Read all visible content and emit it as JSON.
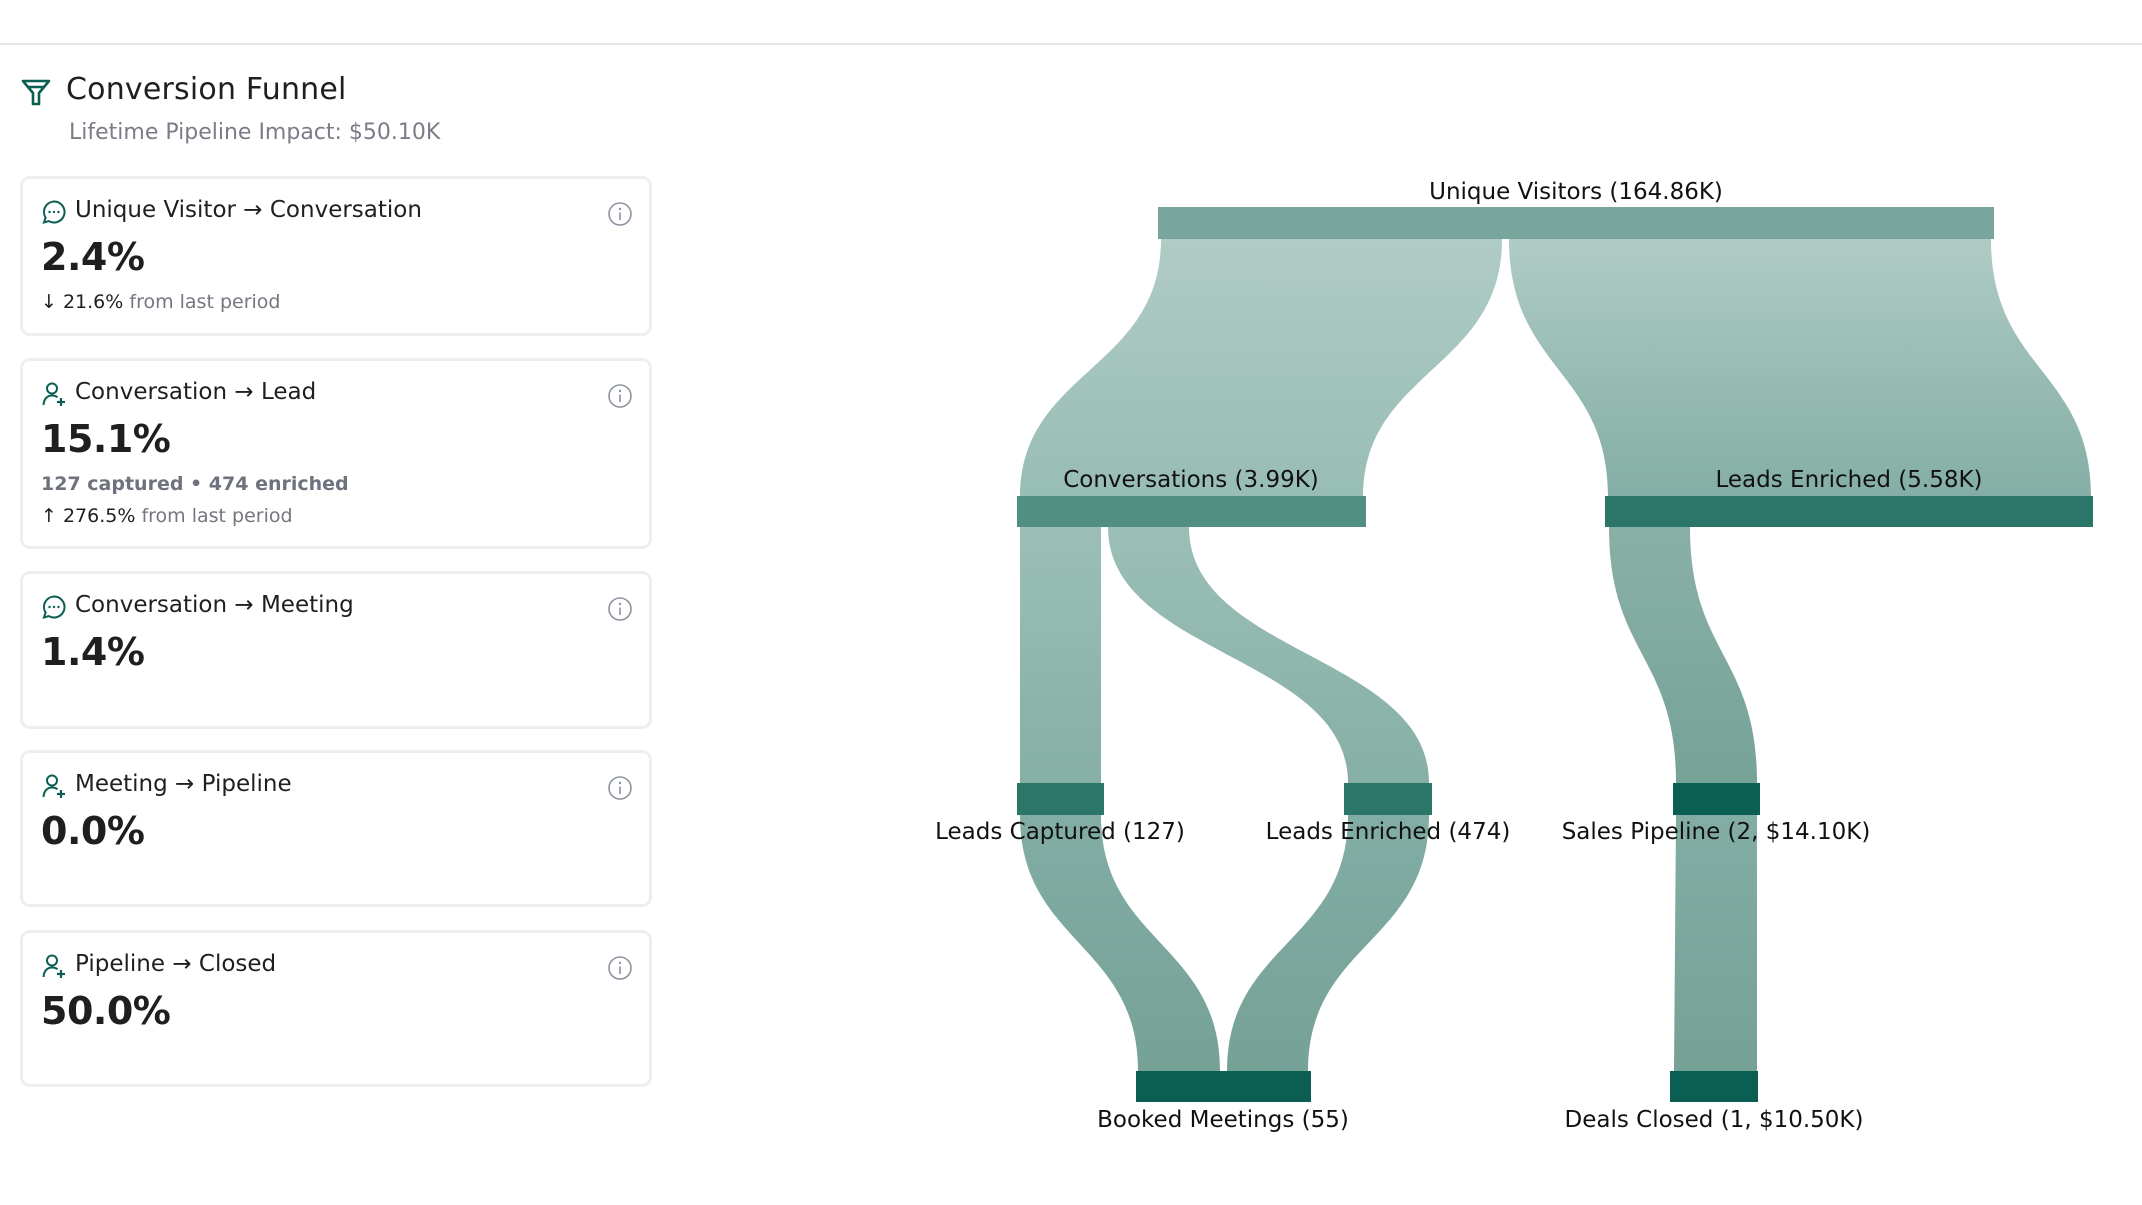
{
  "header": {
    "title": "Conversion Funnel",
    "subtitle": "Lifetime Pipeline Impact: $50.10K",
    "icon": "funnel-icon"
  },
  "cards": [
    {
      "icon": "chat-bubble-icon",
      "title": "Unique Visitor → Conversation",
      "value": "2.4%",
      "change_arrow": "↓",
      "change_value": "21.6%",
      "change_suffix": "from last period"
    },
    {
      "icon": "user-plus-icon",
      "title": "Conversation → Lead",
      "value": "15.1%",
      "detail": "127 captured • 474 enriched",
      "change_arrow": "↑",
      "change_value": "276.5%",
      "change_suffix": "from last period"
    },
    {
      "icon": "chat-bubble-icon",
      "title": "Conversation → Meeting",
      "value": "1.4%"
    },
    {
      "icon": "user-plus-icon",
      "title": "Meeting → Pipeline",
      "value": "0.0%"
    },
    {
      "icon": "user-plus-icon",
      "title": "Pipeline → Closed",
      "value": "50.0%"
    }
  ],
  "colors": {
    "accent": "#0b5e52",
    "node_level1": "#78a59c",
    "node_level2a": "#518f82",
    "node_level2b": "#2c7569",
    "node_level3": "#2c7569",
    "node_level3_dark": "#0a5e52",
    "node_level4": "#0a5e52",
    "link_light": "#afcbc5",
    "link_dark": "#78a298"
  },
  "chart_data": {
    "type": "sankey",
    "title": "Conversion Funnel",
    "nodes": [
      {
        "id": "unique_visitors",
        "label": "Unique Visitors (164.86K)",
        "value": 164860
      },
      {
        "id": "conversations",
        "label": "Conversations (3.99K)",
        "value": 3990
      },
      {
        "id": "leads_enriched_top",
        "label": "Leads Enriched (5.58K)",
        "value": 5580
      },
      {
        "id": "leads_captured",
        "label": "Leads Captured (127)",
        "value": 127
      },
      {
        "id": "leads_enriched",
        "label": "Leads Enriched (474)",
        "value": 474
      },
      {
        "id": "sales_pipeline",
        "label": "Sales Pipeline (2, $14.10K)",
        "value": 2,
        "amount": "$14.10K"
      },
      {
        "id": "booked_meetings",
        "label": "Booked Meetings (55)",
        "value": 55
      },
      {
        "id": "deals_closed",
        "label": "Deals Closed (1, $10.50K)",
        "value": 1,
        "amount": "$10.50K"
      }
    ],
    "links": [
      {
        "source": "unique_visitors",
        "target": "conversations",
        "value": 3990
      },
      {
        "source": "unique_visitors",
        "target": "leads_enriched_top",
        "value": 5580
      },
      {
        "source": "conversations",
        "target": "leads_captured",
        "value": 127
      },
      {
        "source": "conversations",
        "target": "leads_enriched",
        "value": 474
      },
      {
        "source": "leads_enriched_top",
        "target": "sales_pipeline",
        "value": 2
      },
      {
        "source": "leads_captured",
        "target": "booked_meetings",
        "value": 127
      },
      {
        "source": "leads_enriched",
        "target": "booked_meetings",
        "value": 474
      },
      {
        "source": "sales_pipeline",
        "target": "deals_closed",
        "value": 1
      }
    ]
  }
}
